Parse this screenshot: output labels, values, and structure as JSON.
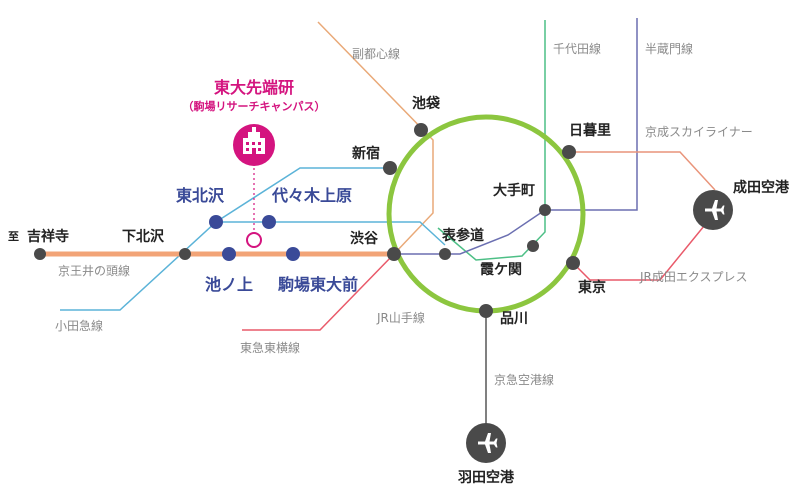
{
  "colors": {
    "yamanote": "#8cc63f",
    "keio_inokashira": "#f2a477",
    "odakyu": "#5bb3d8",
    "fukutoshin": "#e9a978",
    "chiyoda": "#4dbf86",
    "hanzomon": "#6b6fb1",
    "toyoko": "#e95a6a",
    "keisei_skyliner": "#e9947a",
    "jr_narita": "#e95a6a",
    "keikyu": "#555555",
    "station": "#4a4a4a",
    "key_station": "#3a4a98",
    "campus": "#d4147f"
  },
  "campus": {
    "name": "東大先端研",
    "sub": "（駒場リサーチキャンパス）",
    "icon": "building-icon"
  },
  "lines": {
    "fukutoshin": "副都心線",
    "chiyoda": "千代田線",
    "hanzomon": "半蔵門線",
    "keisei": "京成スカイライナー",
    "keio": "京王井の頭線",
    "odakyu": "小田急線",
    "toyoko": "東急東横線",
    "yamanote": "JR山手線",
    "jr_narita": "JR成田エクスプレス",
    "keikyu": "京急空港線"
  },
  "stations": {
    "ikebukuro": "池袋",
    "shinjuku": "新宿",
    "nippori": "日暮里",
    "otemachi": "大手町",
    "omotesando": "表参道",
    "kasumigaseki": "霞ケ関",
    "shibuya": "渋谷",
    "tokyo": "東京",
    "shinagawa": "品川",
    "shimokitazawa": "下北沢",
    "kichijoji_prefix": "至",
    "kichijoji": "吉祥寺"
  },
  "key_stations": {
    "higashikitazawa": "東北沢",
    "yoyogiuehara": "代々木上原",
    "ikenoue": "池ノ上",
    "komabatodaimae": "駒場東大前"
  },
  "airports": {
    "narita": "成田空港",
    "haneda": "羽田空港",
    "icon": "airplane-icon"
  }
}
